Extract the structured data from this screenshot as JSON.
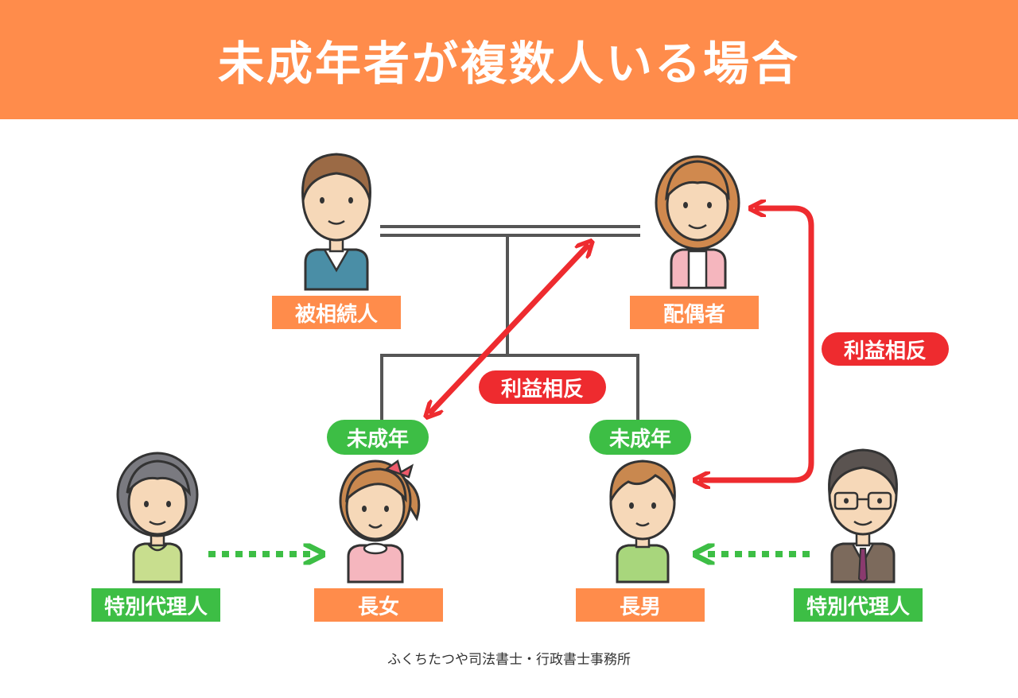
{
  "header": {
    "title": "未成年者が複数人いる場合"
  },
  "people": {
    "deceased": {
      "label": "被相続人"
    },
    "spouse": {
      "label": "配偶者"
    },
    "daughter": {
      "label": "長女",
      "badge": "未成年"
    },
    "son": {
      "label": "長男",
      "badge": "未成年"
    },
    "agent_left": {
      "label": "特別代理人"
    },
    "agent_right": {
      "label": "特別代理人"
    }
  },
  "conflicts": {
    "center": "利益相反",
    "right": "利益相反"
  },
  "footer": {
    "credit": "ふくちたつや司法書士・行政書士事務所"
  },
  "colors": {
    "banner": "#FF8C4B",
    "label_box": "#FF8C4B",
    "minor_badge": "#3DBE45",
    "agent_box": "#3DBE45",
    "conflict": "#EE2B2F",
    "agent_arrow": "#3DBE45",
    "family_line": "#555555"
  }
}
